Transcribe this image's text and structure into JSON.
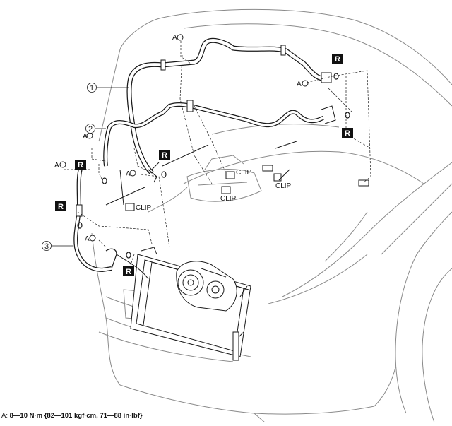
{
  "callouts": [
    "1",
    "2",
    "3"
  ],
  "labels": {
    "bolt": "A",
    "clip": "CLIP",
    "replace": "R"
  },
  "footnote": {
    "prefix": "A:",
    "torque": "8—10 N·m {82—101 kgf·cm, 71—88 in·lbf}"
  },
  "colors": {
    "line": "#1a1a1a",
    "body_outline": "#8a8a8a",
    "badge_fill": "#111111",
    "badge_text": "#ffffff"
  }
}
